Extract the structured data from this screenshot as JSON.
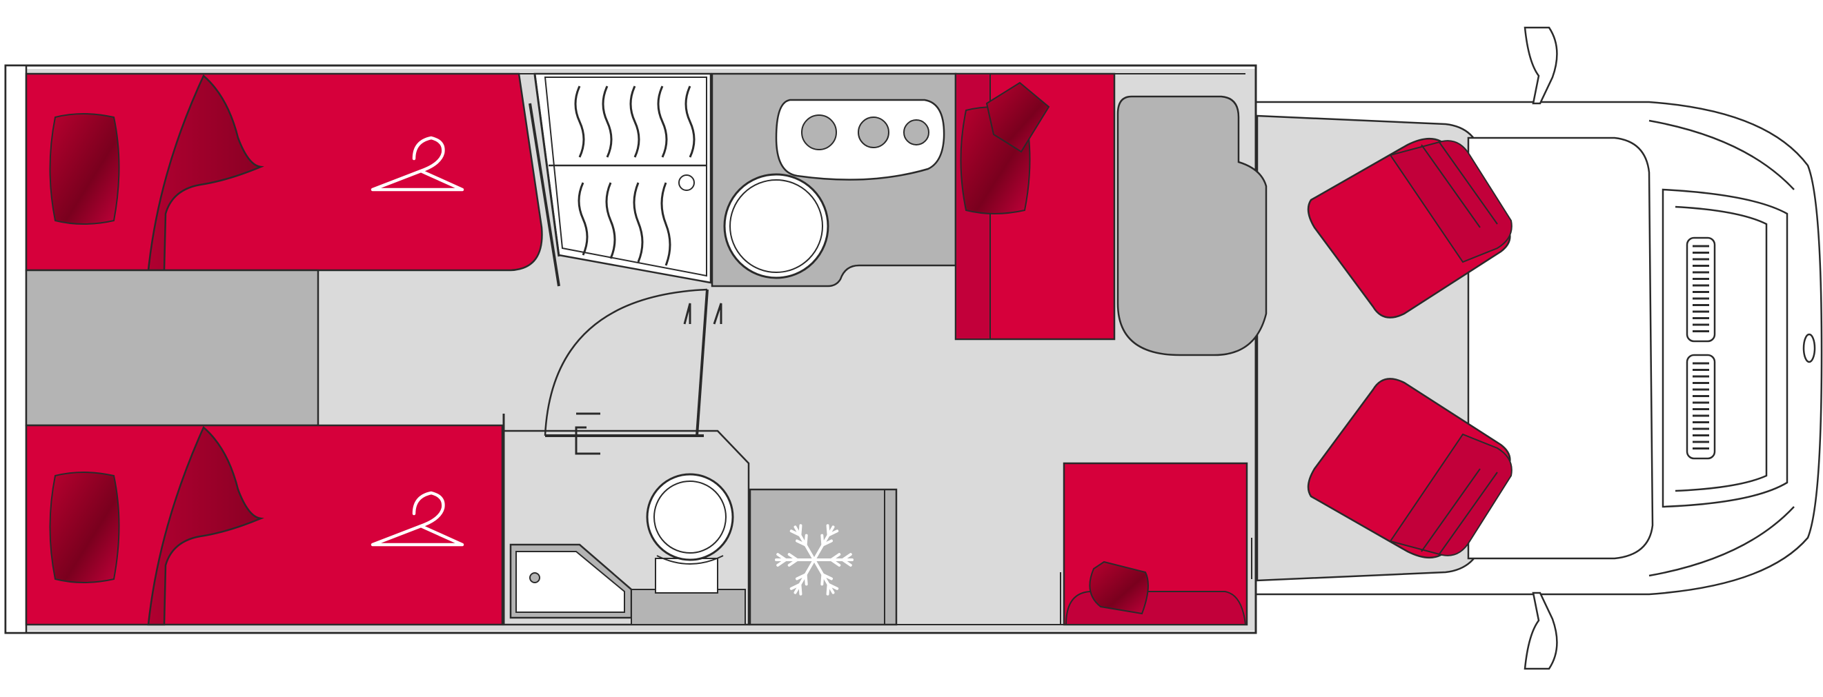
{
  "colors": {
    "bed_red": "#d6003b",
    "bed_dark": "#a0002a",
    "floor": "#dadada",
    "furniture": "#b4b4b4",
    "outline": "#2a2a2a",
    "white": "#ffffff"
  },
  "icons": {
    "wardrobe": "hanger-icon",
    "fridge": "snowflake-icon",
    "pillow": "pillow-icon",
    "hob": "hob-burners-icon",
    "sink": "sink-icon",
    "toilet": "toilet-icon",
    "shower": "shower-tray-icon"
  },
  "zones": [
    {
      "id": "twin-bed-upper",
      "type": "bed"
    },
    {
      "id": "twin-bed-lower",
      "type": "bed"
    },
    {
      "id": "wardrobe-shelves",
      "type": "storage"
    },
    {
      "id": "kitchen-counter",
      "type": "kitchen"
    },
    {
      "id": "dinette-bench-rear",
      "type": "seat"
    },
    {
      "id": "dinette-table",
      "type": "table"
    },
    {
      "id": "dinette-bench-front",
      "type": "seat"
    },
    {
      "id": "washroom",
      "type": "bathroom"
    },
    {
      "id": "fridge",
      "type": "appliance"
    },
    {
      "id": "cab-seat-driver",
      "type": "seat"
    },
    {
      "id": "cab-seat-passenger",
      "type": "seat"
    },
    {
      "id": "vehicle-cab",
      "type": "cab"
    }
  ]
}
